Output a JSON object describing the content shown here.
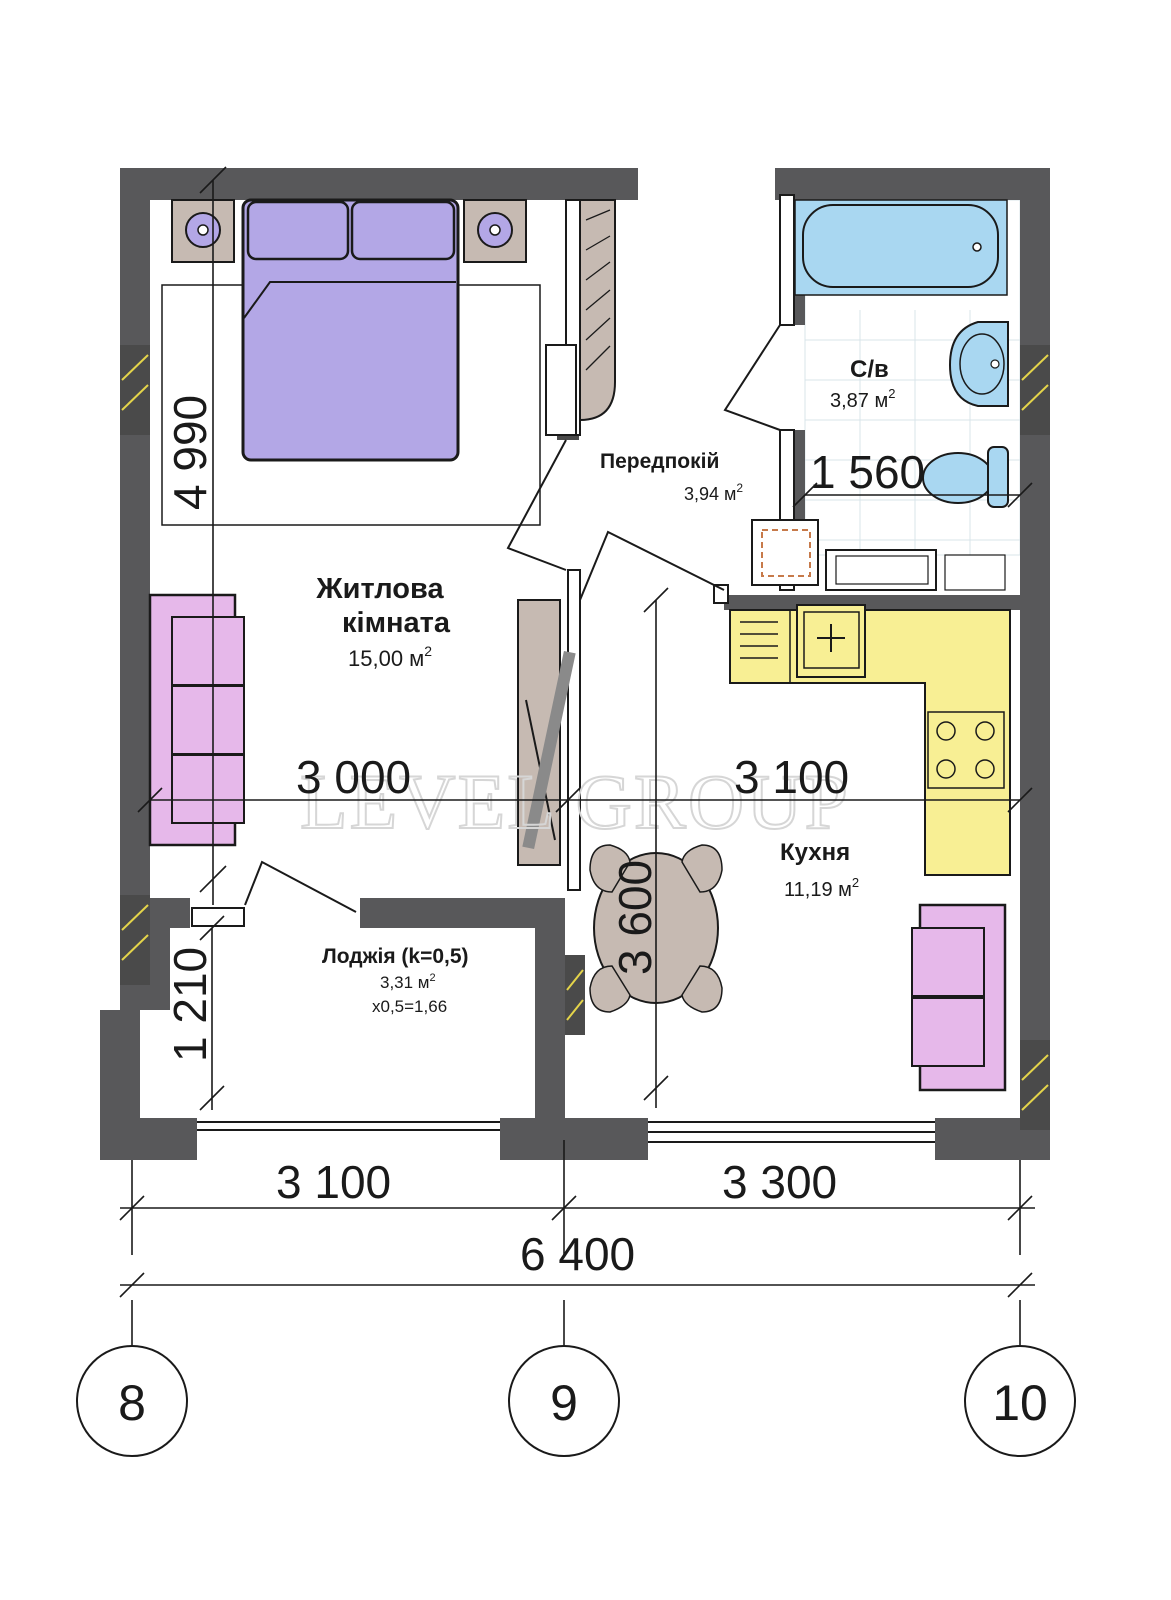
{
  "rooms": {
    "living": {
      "name_line1": "Житлова",
      "name_line2": "кімната",
      "area": "15,00 м",
      "sup": "2"
    },
    "hallway": {
      "name": "Передпокій",
      "area": "3,94 м",
      "sup": "2"
    },
    "bathroom": {
      "name": "С/в",
      "area": "3,87 м",
      "sup": "2"
    },
    "kitchen": {
      "name": "Кухня",
      "area": "11,19 м",
      "sup": "2"
    },
    "loggia": {
      "name": "Лоджія (k=0,5)",
      "area": "3,31 м",
      "sup": "2",
      "coef": "х0,5=1,66"
    }
  },
  "dimensions": {
    "living_depth": "4 990",
    "living_width": "3 000",
    "kitchen_width": "3 100",
    "bath_width": "1 560",
    "kitchen_table": "3 600",
    "loggia_depth": "1 210",
    "bottom_left": "3 100",
    "bottom_right": "3 300",
    "bottom_total": "6 400"
  },
  "axes": [
    "8",
    "9",
    "10"
  ],
  "watermark": "LEVEL GROUP",
  "colors": {
    "wall": "#58585a",
    "bed": "#b3a7e6",
    "sofa": "#e6b8ea",
    "bath": "#a9d7f1",
    "kitchen": "#f8ef94",
    "table": "#c6bab2",
    "wardrobe": "#c6bab2"
  }
}
